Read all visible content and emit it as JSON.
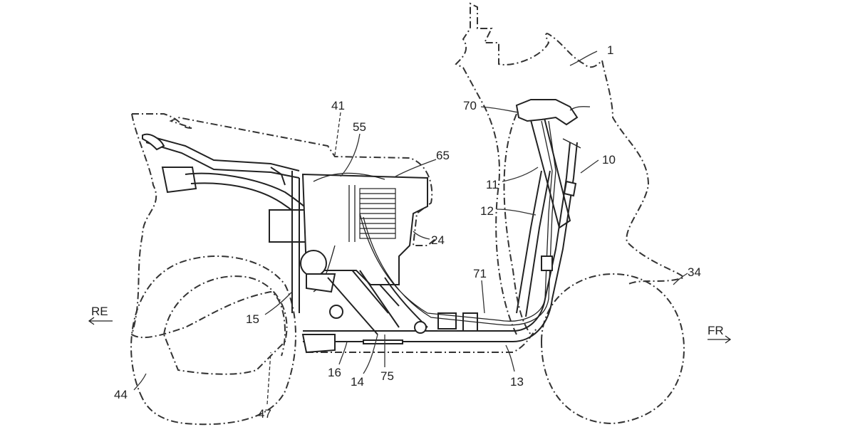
{
  "figure": {
    "reference_numerals": {
      "vehicle": "1",
      "body_cover": "41",
      "part_55": "55",
      "part_65": "65",
      "part_70": "70",
      "front_assembly": "10",
      "part_11": "11",
      "part_12": "12",
      "part_24": "24",
      "part_71": "71",
      "front_wheel": "34",
      "part_15": "15",
      "part_16": "16",
      "part_14": "14",
      "part_75": "75",
      "part_13": "13",
      "rear_wheel": "44",
      "part_47": "47"
    },
    "directions": {
      "rear": "RE",
      "front": "FR"
    }
  }
}
